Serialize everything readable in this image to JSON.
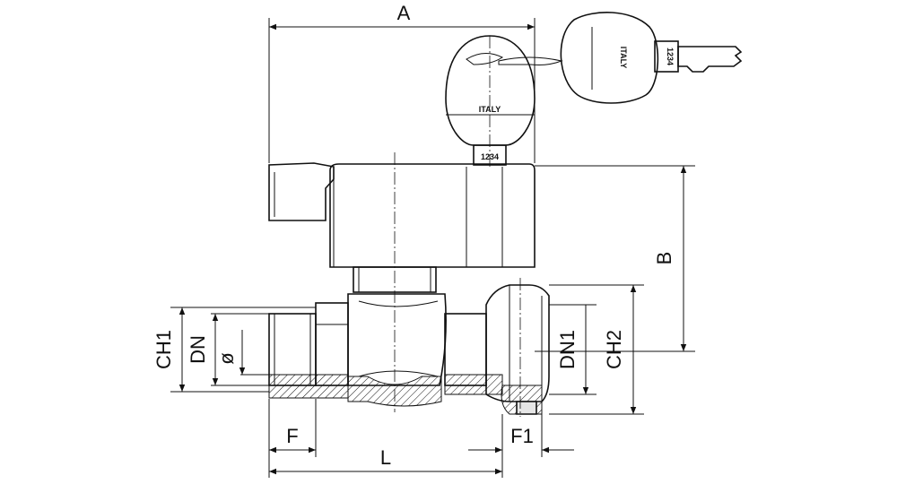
{
  "dimensions": {
    "A": "A",
    "B": "B",
    "CH1": "CH1",
    "DN": "DN",
    "phi": "ø",
    "DN1": "DN1",
    "CH2": "CH2",
    "F": "F",
    "F1": "F1",
    "L": "L"
  },
  "key": {
    "brand_text": "ITALY",
    "serial": "1234"
  },
  "lock_cap": {
    "brand_text": "ITALY",
    "serial": "1234"
  }
}
